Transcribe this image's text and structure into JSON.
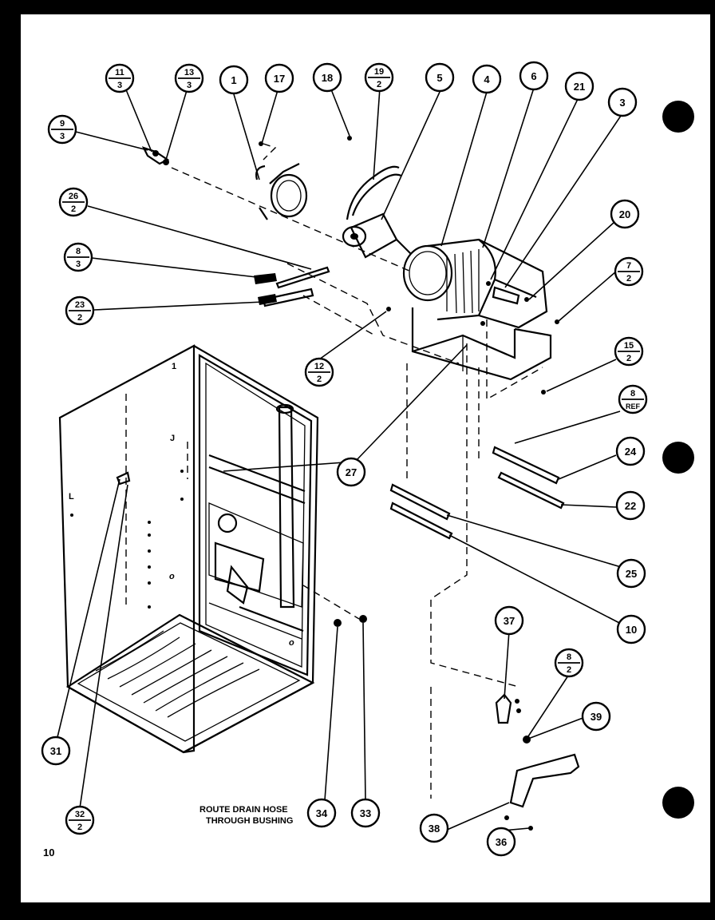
{
  "page_number": "10",
  "note_lines": [
    "ROUTE DRAIN HOSE",
    "THROUGH BUSHING"
  ],
  "callouts": [
    {
      "id": "c11",
      "top": "11",
      "bottom": "3"
    },
    {
      "id": "c13",
      "top": "13",
      "bottom": "3"
    },
    {
      "id": "c1",
      "top": "1",
      "bottom": ""
    },
    {
      "id": "c17",
      "top": "17",
      "bottom": ""
    },
    {
      "id": "c18",
      "top": "18",
      "bottom": ""
    },
    {
      "id": "c19",
      "top": "19",
      "bottom": "2"
    },
    {
      "id": "c5",
      "top": "5",
      "bottom": ""
    },
    {
      "id": "c4",
      "top": "4",
      "bottom": ""
    },
    {
      "id": "c6",
      "top": "6",
      "bottom": ""
    },
    {
      "id": "c21",
      "top": "21",
      "bottom": ""
    },
    {
      "id": "c3",
      "top": "3",
      "bottom": ""
    },
    {
      "id": "c9",
      "top": "9",
      "bottom": "3"
    },
    {
      "id": "c26",
      "top": "26",
      "bottom": "2"
    },
    {
      "id": "c8",
      "top": "8",
      "bottom": "3"
    },
    {
      "id": "c23",
      "top": "23",
      "bottom": "2"
    },
    {
      "id": "c20",
      "top": "20",
      "bottom": ""
    },
    {
      "id": "c7",
      "top": "7",
      "bottom": "2"
    },
    {
      "id": "c12",
      "top": "12",
      "bottom": "2"
    },
    {
      "id": "c15",
      "top": "15",
      "bottom": "2"
    },
    {
      "id": "c8ref",
      "top": "8",
      "bottom": "REF"
    },
    {
      "id": "c24",
      "top": "24",
      "bottom": ""
    },
    {
      "id": "c27",
      "top": "27",
      "bottom": ""
    },
    {
      "id": "c22",
      "top": "22",
      "bottom": ""
    },
    {
      "id": "c25",
      "top": "25",
      "bottom": ""
    },
    {
      "id": "c10",
      "top": "10",
      "bottom": ""
    },
    {
      "id": "c37",
      "top": "37",
      "bottom": ""
    },
    {
      "id": "c2",
      "top": "8",
      "bottom": "2"
    },
    {
      "id": "c39",
      "top": "39",
      "bottom": ""
    },
    {
      "id": "c31",
      "top": "31",
      "bottom": ""
    },
    {
      "id": "c32",
      "top": "32",
      "bottom": "2"
    },
    {
      "id": "c34",
      "top": "34",
      "bottom": ""
    },
    {
      "id": "c33",
      "top": "33",
      "bottom": ""
    },
    {
      "id": "c38",
      "top": "38",
      "bottom": ""
    },
    {
      "id": "c36",
      "top": "36",
      "bottom": ""
    }
  ]
}
